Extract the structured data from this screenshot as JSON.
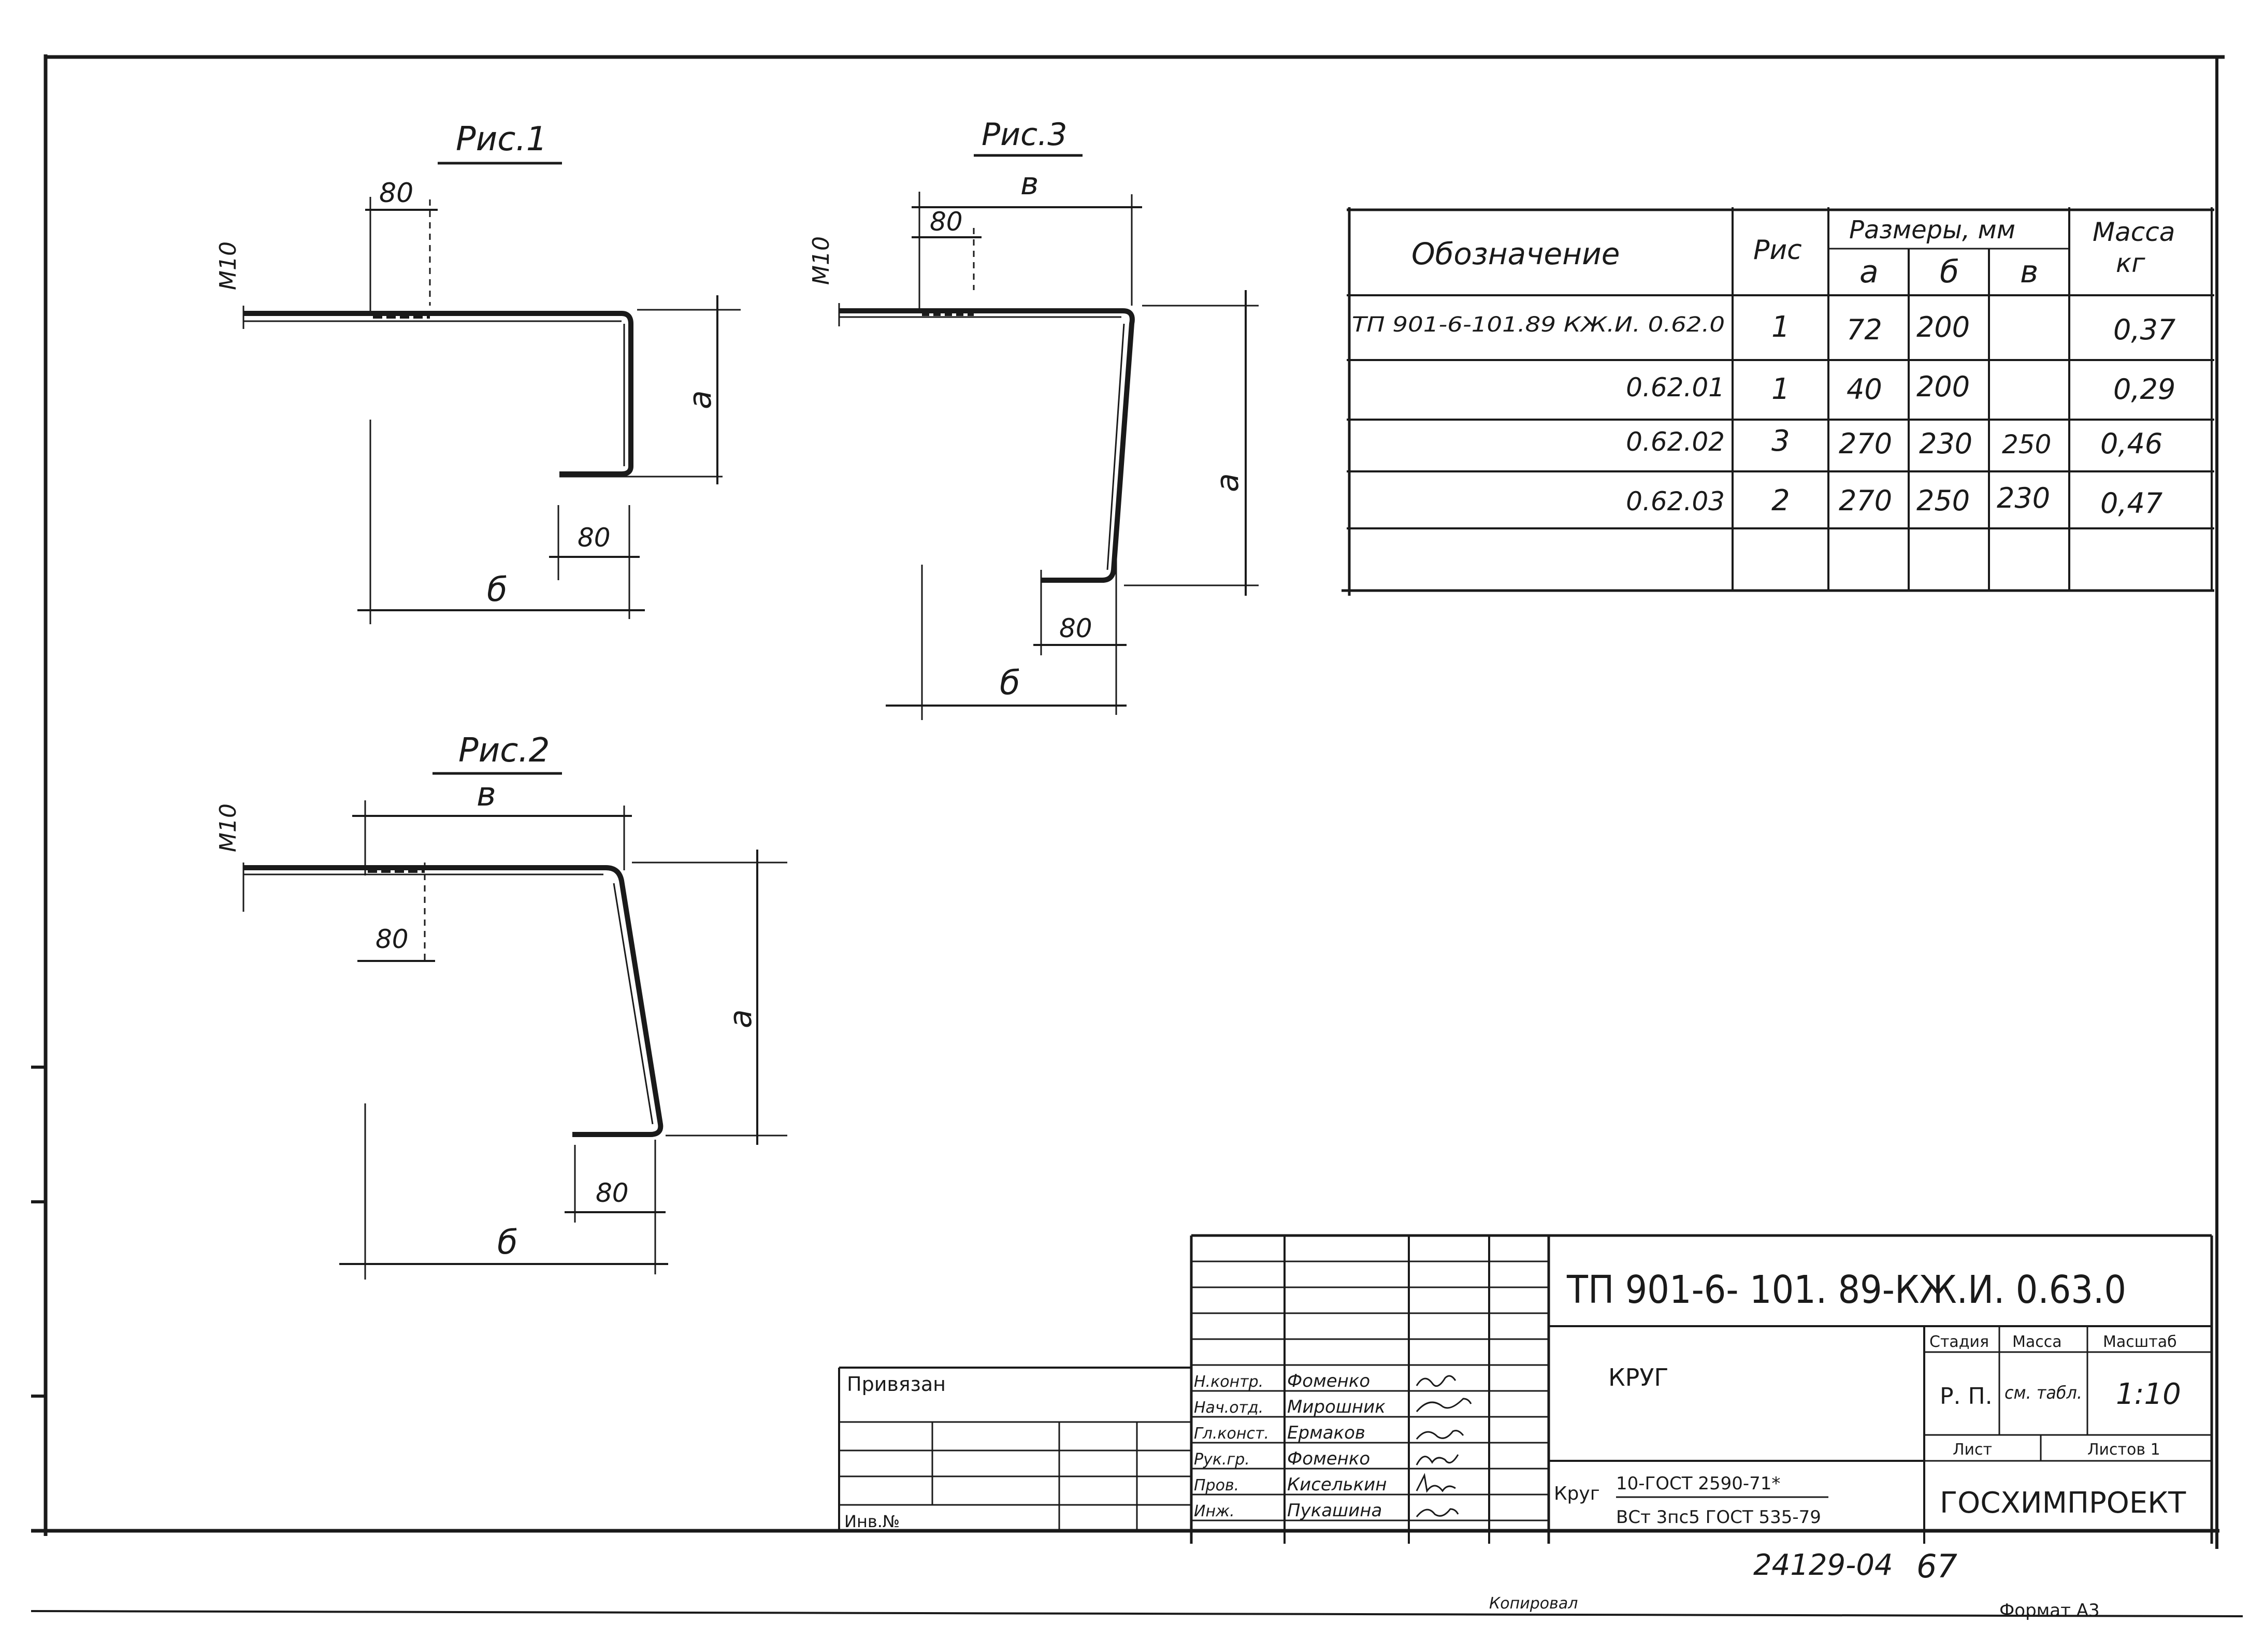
{
  "figures": {
    "fig1": {
      "title": "Рис.1",
      "hook": "80",
      "hook_bottom": "80",
      "bar": "М10",
      "dim_a": "а",
      "dim_b": "б"
    },
    "fig2": {
      "title": "Рис.2",
      "hook": "80",
      "hook_bottom": "80",
      "bar": "М10",
      "dim_a": "а",
      "dim_b": "б",
      "dim_v": "в"
    },
    "fig3": {
      "title": "Рис.3",
      "hook": "80",
      "hook_bottom": "80",
      "bar": "М10",
      "dim_a": "а",
      "dim_b": "б",
      "dim_v": "в"
    }
  },
  "spec_table": {
    "headers": {
      "designation": "Обозначение",
      "fig": "Рис",
      "sizes": "Размеры, мм",
      "a": "а",
      "b": "б",
      "v": "в",
      "mass": "Масса",
      "mass_unit": "кг"
    },
    "rows": [
      {
        "designation": "ТП 901-6-101.89 КЖ.И. 0.62.0",
        "fig": "1",
        "a": "72",
        "b": "200",
        "v": "",
        "mass": "0,37"
      },
      {
        "designation": "0.62.01",
        "fig": "1",
        "a": "40",
        "b": "200",
        "v": "",
        "mass": "0,29"
      },
      {
        "designation": "0.62.02",
        "fig": "3",
        "a": "270",
        "b": "230",
        "v": "250",
        "mass": "0,46"
      },
      {
        "designation": "0.62.03",
        "fig": "2",
        "a": "270",
        "b": "250",
        "v": "230",
        "mass": "0,47"
      }
    ]
  },
  "title_block": {
    "doc_code": "ТП 901-6- 101. 89-КЖ.И. 0.63.0",
    "name": "КРУГ",
    "stage_label": "Стадия",
    "mass_label": "Масса",
    "scale_label": "Масштаб",
    "stage": "Р. П.",
    "mass": "см. табл.",
    "scale": "1:10",
    "sheet_label": "Лист",
    "sheets_label": "Листов 1",
    "material_prefix": "Круг",
    "material_line1": "10-ГОСТ 2590-71*",
    "material_line2": "ВСт 3пс5 ГОСТ 535-79",
    "company": "ГОСХИМПРОЕКТ",
    "privyazan": "Привязан",
    "inv_no": "Инв.№",
    "roles": [
      {
        "role": "Н.контр.",
        "name": "Фоменко"
      },
      {
        "role": "Нач.отд.",
        "name": "Мирошник"
      },
      {
        "role": "Гл.конст.",
        "name": "Ермаков"
      },
      {
        "role": "Рук.гр.",
        "name": "Фоменко"
      },
      {
        "role": "Пров.",
        "name": "Киселькин"
      },
      {
        "role": "Инж.",
        "name": "Пукашина"
      }
    ],
    "bottom_number": "24129-04",
    "page_number": "67"
  },
  "footer": {
    "copied": "Копировал",
    "format": "Формат А3"
  }
}
